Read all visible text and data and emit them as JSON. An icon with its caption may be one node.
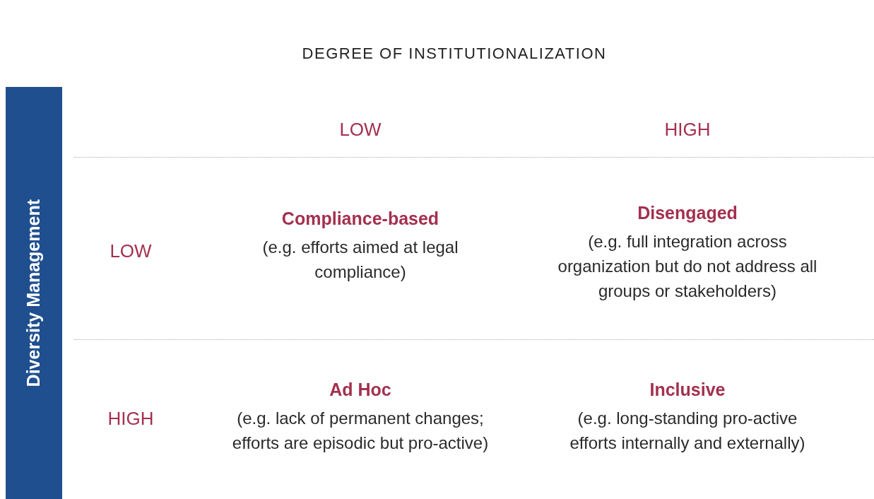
{
  "diagram": {
    "title": "DEGREE OF INSTITUTIONALIZATION",
    "nodes": [
      {
        "text": [
          "Diversity Management"
        ]
      }
    ],
    "labels": [
      "LOW",
      "HIGH",
      "LOW",
      "Compliance-based",
      "(e.g. efforts aimed at legal compliance)",
      "Disengaged",
      "(e.g. full integration across organization but do not address all groups or stakeholders)",
      "HIGH",
      "Ad Hoc",
      "(e.g. lack of permanent changes; efforts are episodic but pro-active)",
      "Inclusive",
      "(e.g. long-standing pro-active efforts internally and externally)"
    ]
  }
}
